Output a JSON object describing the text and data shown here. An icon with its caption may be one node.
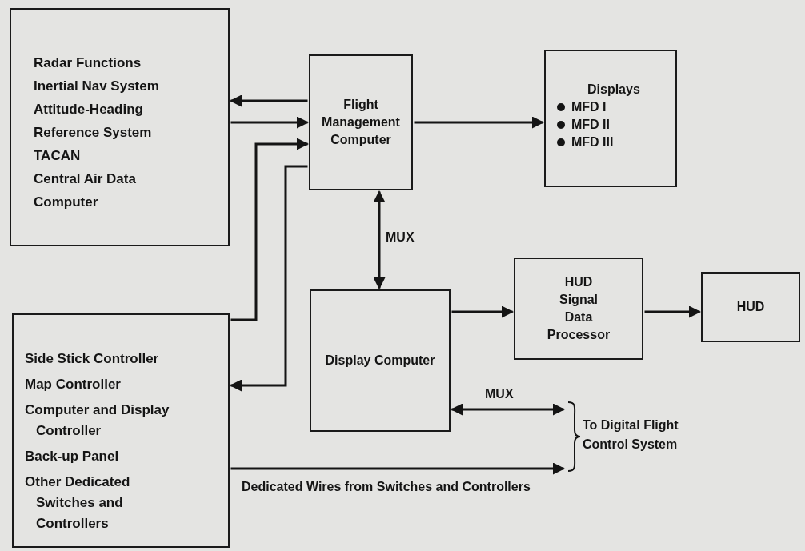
{
  "diagram": {
    "nodes": [
      {
        "text": [
          "Radar Functions",
          "Inertial Nav System",
          "Attitude-Heading Reference System",
          "TACAN",
          "Central Air Data Computer"
        ]
      },
      {
        "text": [
          "Flight Management Computer"
        ]
      },
      {
        "text": [
          "Displays",
          "MFD I",
          "MFD II",
          "MFD III"
        ]
      },
      {
        "text": [
          "Display Computer"
        ]
      },
      {
        "text": [
          "HUD Signal Data Processor"
        ]
      },
      {
        "text": [
          "HUD"
        ]
      },
      {
        "text": [
          "Side Stick Controller",
          "Map Controller",
          "Computer and Display Controller",
          "Back-up Panel",
          "Other Dedicated Switches and Controllers"
        ]
      },
      {
        "text": [
          "To Digital Flight Control System"
        ]
      }
    ],
    "edges": [
      {
        "from": 1,
        "to": 0,
        "arrow": "to"
      },
      {
        "from": 0,
        "to": 1,
        "arrow": "to"
      },
      {
        "from": 6,
        "to": 1,
        "arrow": "to"
      },
      {
        "from": 1,
        "to": 6,
        "arrow": "to"
      },
      {
        "from": 1,
        "to": 2,
        "arrow": "to"
      },
      {
        "from": 1,
        "to": 3,
        "arrow": "both",
        "label": "MUX"
      },
      {
        "from": 3,
        "to": 4,
        "arrow": "to"
      },
      {
        "from": 4,
        "to": 5,
        "arrow": "to"
      },
      {
        "from": 3,
        "to": 7,
        "arrow": "both",
        "label": "MUX"
      },
      {
        "from": 6,
        "to": 7,
        "arrow": "to",
        "label": "Dedicated Wires from Switches and Controllers"
      }
    ]
  }
}
